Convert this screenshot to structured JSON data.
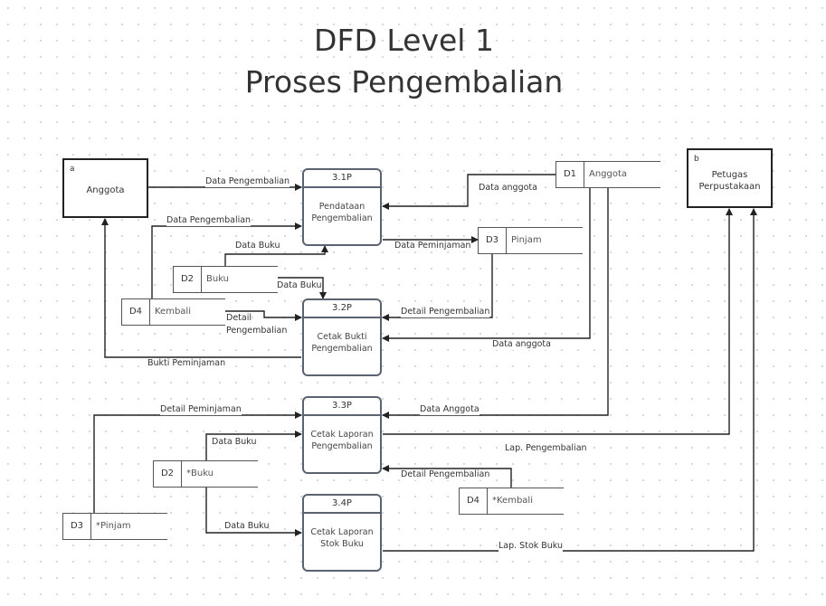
{
  "title": {
    "line1": "DFD Level 1",
    "line2": "Proses Pengembalian"
  },
  "entities": {
    "anggota": {
      "id": "a",
      "name": "Anggota"
    },
    "petugas": {
      "id": "b",
      "name_line1": "Petugas",
      "name_line2": "Perpustakaan"
    }
  },
  "processes": {
    "p31": {
      "id": "3.1P",
      "name_line1": "Pendataan",
      "name_line2": "Pengembalian"
    },
    "p32": {
      "id": "3.2P",
      "name_line1": "Cetak Bukti",
      "name_line2": "Pengembalian"
    },
    "p33": {
      "id": "3.3P",
      "name_line1": "Cetak Laporan",
      "name_line2": "Pengembalian"
    },
    "p34": {
      "id": "3.4P",
      "name_line1": "Cetak Laporan",
      "name_line2": "Stok Buku"
    }
  },
  "stores": {
    "d1": {
      "id": "D1",
      "name": "Anggota"
    },
    "d3": {
      "id": "D3",
      "name": "Pinjam"
    },
    "d2": {
      "id": "D2",
      "name": "Buku"
    },
    "d4": {
      "id": "D4",
      "name": "Kembali"
    },
    "d2b": {
      "id": "D2",
      "name": "*Buku"
    },
    "d4b": {
      "id": "D4",
      "name": "*Kembali"
    },
    "d3b": {
      "id": "D3",
      "name": "*Pinjam"
    }
  },
  "flows": {
    "f1": "Data Pengembalian",
    "f2": "Data anggota",
    "f3": "Data Pengembalian",
    "f4": "Data Buku",
    "f5": "Data Peminjaman",
    "f6": "Data Buku",
    "f7_line1": "Detail",
    "f7_line2": "Pengembalian",
    "f8": "Detail Pengembalian",
    "f9": "Data anggota",
    "f10": "Bukti Peminjaman",
    "f11": "Detail Peminjaman",
    "f12": "Data Anggota",
    "f13": "Data Buku",
    "f14": "Lap. Pengembalian",
    "f15": "Detail Pengembalian",
    "f16": "Data Buku",
    "f17": "Lap. Stok Buku"
  }
}
